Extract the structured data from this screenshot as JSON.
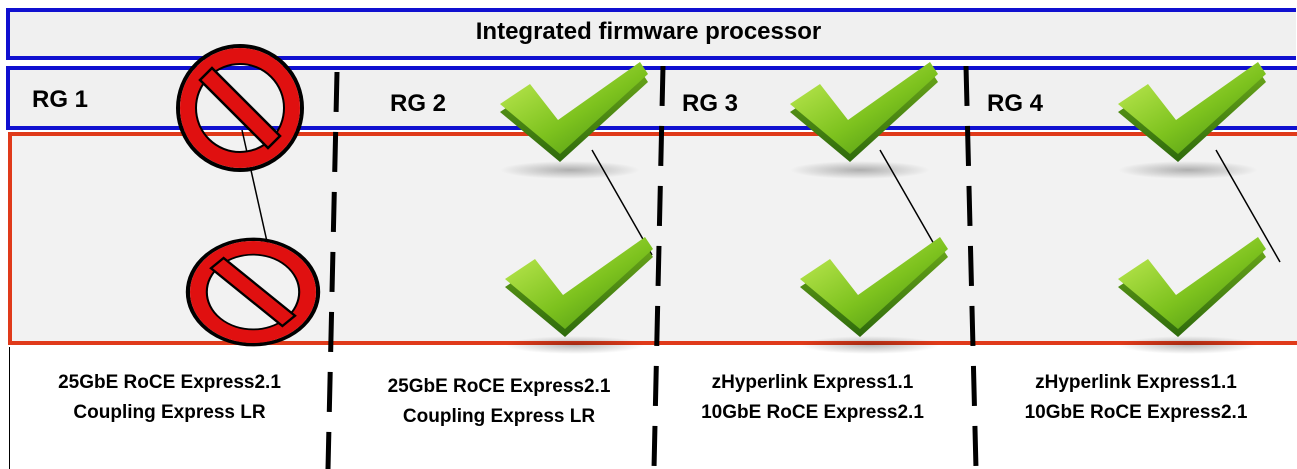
{
  "title": "Integrated firmware processor",
  "resource_groups": [
    {
      "label": "RG 1",
      "status": "not-supported",
      "cards": [
        "25GbE RoCE Express2.1",
        "Coupling Express LR"
      ]
    },
    {
      "label": "RG 2",
      "status": "supported",
      "cards": [
        "25GbE RoCE Express2.1",
        "Coupling Express LR"
      ]
    },
    {
      "label": "RG 3",
      "status": "supported",
      "cards": [
        "zHyperlink Express1.1",
        "10GbE RoCE Express2.1"
      ]
    },
    {
      "label": "RG 4",
      "status": "supported",
      "cards": [
        "zHyperlink Express1.1",
        "10GbE RoCE Express2.1"
      ]
    }
  ],
  "colors": {
    "title_border": "#1010d0",
    "adapter_border": "#e03a1a",
    "check_green": "#7dc21e",
    "prohibit_red": "#e01010"
  },
  "icons": [
    "prohibited-icon",
    "checkmark-icon"
  ]
}
